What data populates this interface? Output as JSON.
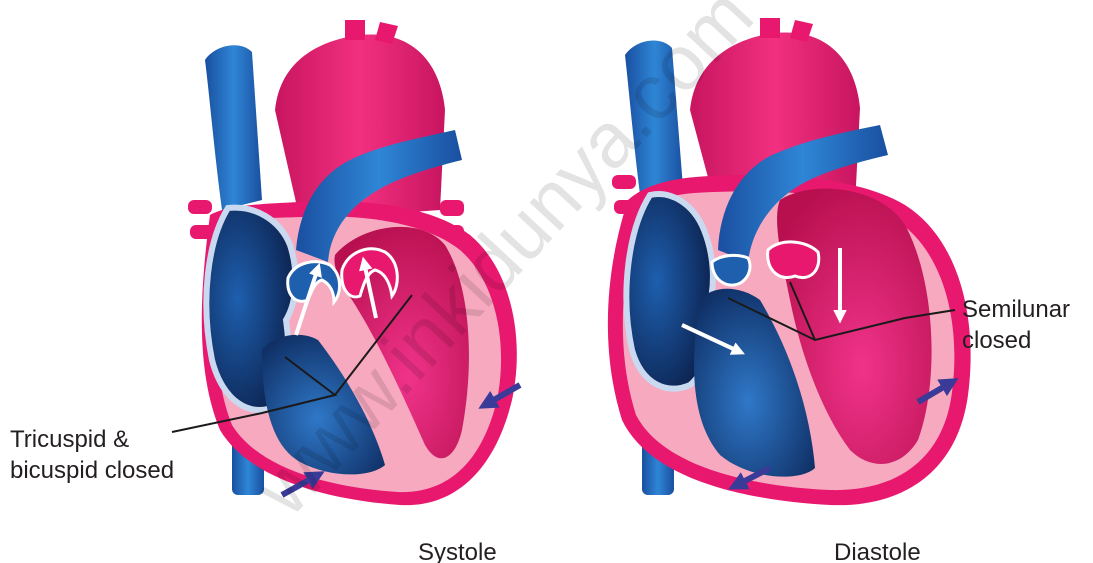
{
  "labels": {
    "tricuspid_line1": "Tricuspid &",
    "tricuspid_line2": "bicuspid closed",
    "semilunar_line1": "Semilunar",
    "semilunar_line2": "closed"
  },
  "captions": {
    "systole": "Systole",
    "diastole": "Diastole"
  },
  "watermark": "www.inkidunya.com",
  "colors": {
    "deoxygenated_blue": "#1f63b3",
    "oxygenated_pink": "#e8186f",
    "muscle_pink": "#f6a9bf",
    "arrow_navy": "#3a3a98",
    "valve_outline": "#ffffff"
  }
}
